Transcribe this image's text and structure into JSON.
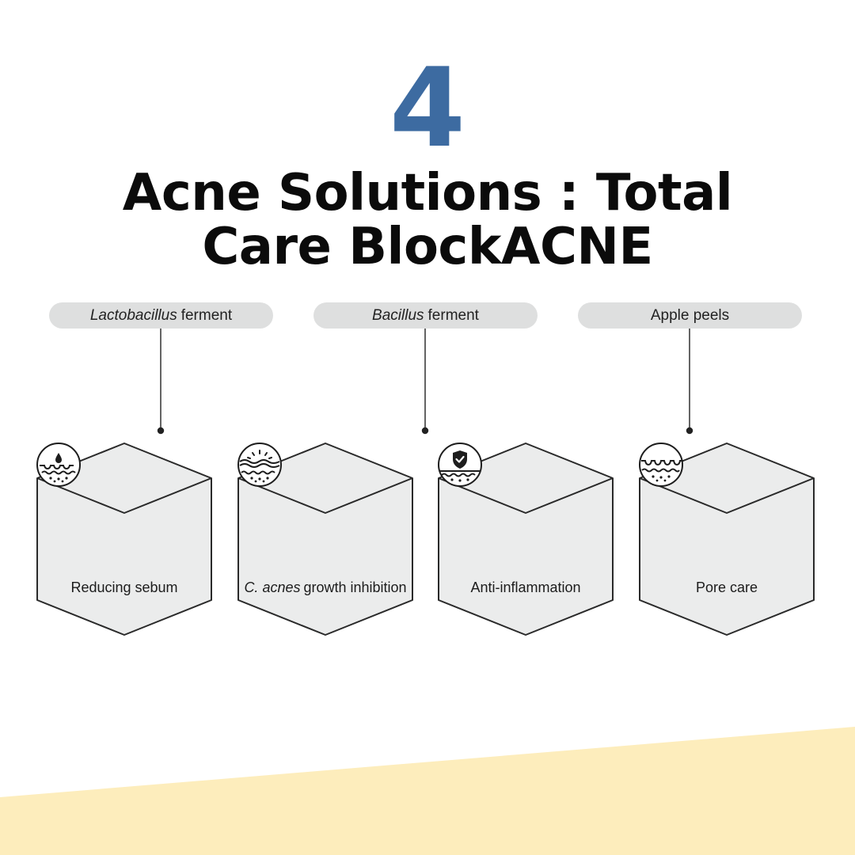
{
  "header": {
    "step_number": "4",
    "title": "Acne Solutions : Total Care BlockACNE"
  },
  "ingredients": [
    {
      "italic": "Lactobacillus",
      "text": "ferment"
    },
    {
      "italic": "Bacillus",
      "text": "ferment"
    },
    {
      "italic": "",
      "text": "Apple peels"
    }
  ],
  "benefits": [
    {
      "italic": "",
      "text": "Reducing sebum",
      "icon": "sebum-drop-icon"
    },
    {
      "italic": "C. acnes",
      "text": "growth inhibition",
      "icon": "bacteria-inhibition-icon"
    },
    {
      "italic": "",
      "text": "Anti-inflammation",
      "icon": "shield-check-icon"
    },
    {
      "italic": "",
      "text": "Pore care",
      "icon": "pore-care-icon"
    }
  ],
  "colors": {
    "accent_blue": "#3d6ba1",
    "pill_gray": "#dedfdf",
    "cube_fill": "#ebecec",
    "band_yellow": "#fdedbc"
  }
}
